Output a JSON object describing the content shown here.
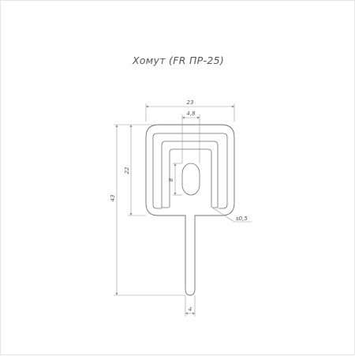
{
  "title": "Хомут (FR ПР-25)",
  "dimensions": {
    "overall_width": "23",
    "slot_width": "4,8",
    "inner_height": "22",
    "slot_height": "8",
    "total_height": "43",
    "stem_width": "4",
    "thickness": "s0,5"
  },
  "colors": {
    "outline": "#6f6f6f",
    "dimension": "#9a9a9a",
    "text": "#555555",
    "background": "#ffffff"
  }
}
